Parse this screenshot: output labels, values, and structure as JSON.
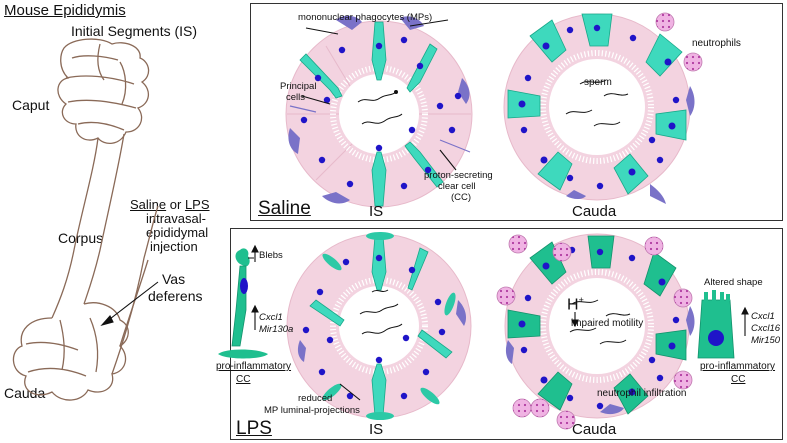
{
  "left": {
    "title": "Mouse Epididymis",
    "initial_segments": "Initial Segments (IS)",
    "caput": "Caput",
    "corpus": "Corpus",
    "cauda": "Cauda",
    "vas_deferens_line1": "Vas",
    "vas_deferens_line2": "deferens",
    "injection": {
      "saline": "Saline",
      "or": "or",
      "lps": "LPS",
      "line2": "intravasal-",
      "line3": "epididymal",
      "line4": "injection"
    }
  },
  "saline_panel": {
    "label": "Saline",
    "is_label": "IS",
    "cauda_label": "Cauda",
    "mp_label": "mononuclear phagocytes (MPs)",
    "principal_line1": "Principal",
    "principal_line2": "cells",
    "sperm": "sperm",
    "neutrophils": "neutrophils",
    "cc_line1": "proton-secreting",
    "cc_line2": "clear cell",
    "cc_line3": "(CC)"
  },
  "lps_panel": {
    "label": "LPS",
    "is_label": "IS",
    "cauda_label": "Cauda",
    "blebs": "Blebs",
    "cxcl1": "Cxcl1",
    "mir130a": "Mir130a",
    "proinf_left_line1": "pro-inflammatory",
    "proinf_left_line2": "CC",
    "reduced_line1": "reduced",
    "reduced_line2": "MP luminal-projections",
    "h_plus": "H",
    "h_sup": "+",
    "impaired": "impaired motility",
    "neutrophil_infiltration": "neutrophil infiltration",
    "altered_shape": "Altered shape",
    "cxcl1_r": "Cxcl1",
    "cxcl16": "Cxcl16",
    "mir150": "Mir150",
    "proinf_right_line1": "pro-inflammatory",
    "proinf_right_line2": "CC"
  },
  "colors": {
    "epididymis_outline": "#8a6a58",
    "principal_cell": "#f3d3e0",
    "principal_border": "#e7b9ca",
    "clear_cell": "#3ed9bd",
    "clear_cell_lps": "#1fbf8f",
    "nucleus": "#1f14c8",
    "mp": "#7a72c8",
    "neutrophil": "#f0b3e3"
  }
}
